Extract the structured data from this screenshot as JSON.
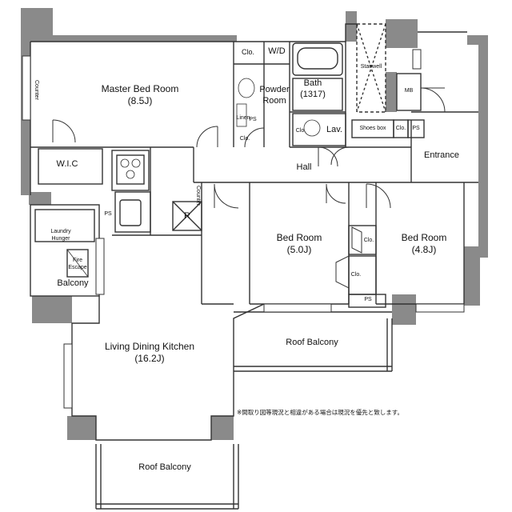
{
  "rooms": {
    "master_bed_room": {
      "name": "Master Bed Room",
      "size": "(8.5J)"
    },
    "wd": "W/D",
    "powder_room": "Powder Room",
    "bath": {
      "name": "Bath",
      "size": "(1317)"
    },
    "lav": "Lav.",
    "stairwell": "Stairwell",
    "mb": "MB",
    "shoes_box": "Shoes box",
    "entrance": "Entrance",
    "hall": "Hall",
    "wic": "W.I.C",
    "laundry_hunger": "Laundry Hunger",
    "fire_escape": "Fire Escape",
    "balcony": "Balcony",
    "bed_room_1": {
      "name": "Bed Room",
      "size": "(5.0J)"
    },
    "bed_room_2": {
      "name": "Bed Room",
      "size": "(4.8J)"
    },
    "living_dining_kitchen": {
      "name": "Living Dining Kitchen",
      "size": "(16.2J)"
    },
    "roof_balcony_top": "Roof Balcony",
    "roof_balcony_bottom": "Roof Balcony"
  },
  "small_labels": {
    "clo": "Clo.",
    "ps": "PS",
    "linen": "Linen",
    "counter": "Counter",
    "refrigerator": "R"
  },
  "note": "※間取り図等現況と相違がある場合は現況を優先と致します。"
}
